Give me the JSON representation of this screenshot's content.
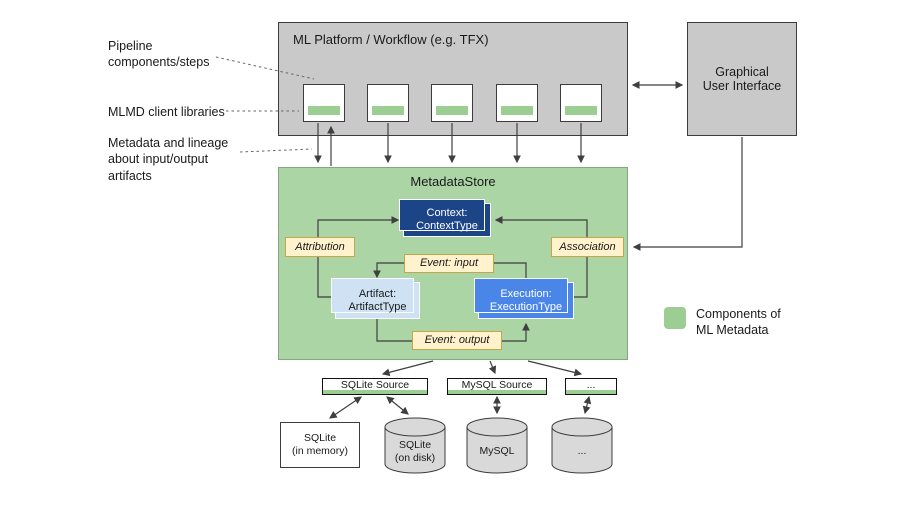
{
  "colors": {
    "panel-gray": "#c9c9c9",
    "store-green": "#abd5a5",
    "bar-green": "#9cce93",
    "context-blue": "#1c4587",
    "execution-blue": "#4a86e8",
    "artifact-blue": "#cfe2f3",
    "event-yellow": "#fff2cc",
    "cylinder-gray": "#d9d9d9"
  },
  "platform": {
    "title": "ML Platform / Workflow (e.g. TFX)"
  },
  "gui": {
    "label": "Graphical\nUser Interface"
  },
  "annotations": {
    "pipeline": "Pipeline\ncomponents/steps",
    "mlmd": "MLMD client libraries",
    "metadata": "Metadata and lineage\nabout input/output\nartifacts"
  },
  "store": {
    "title": "MetadataStore",
    "context": "Context:\nContextType",
    "attribution": "Attribution",
    "association": "Association",
    "event_input": "Event: input",
    "artifact": "Artifact:\nArtifactType",
    "execution": "Execution:\nExecutionType",
    "event_output": "Event: output"
  },
  "sources": {
    "sqlite": "SQLite Source",
    "mysql": "MySQL Source",
    "other": "..."
  },
  "storage": {
    "sqlite_memory": "SQLite\n(in memory)",
    "sqlite_disk": "SQLite\n(on disk)",
    "mysql": "MySQL",
    "other": "..."
  },
  "legend": {
    "label": "Components of\nML Metadata"
  }
}
